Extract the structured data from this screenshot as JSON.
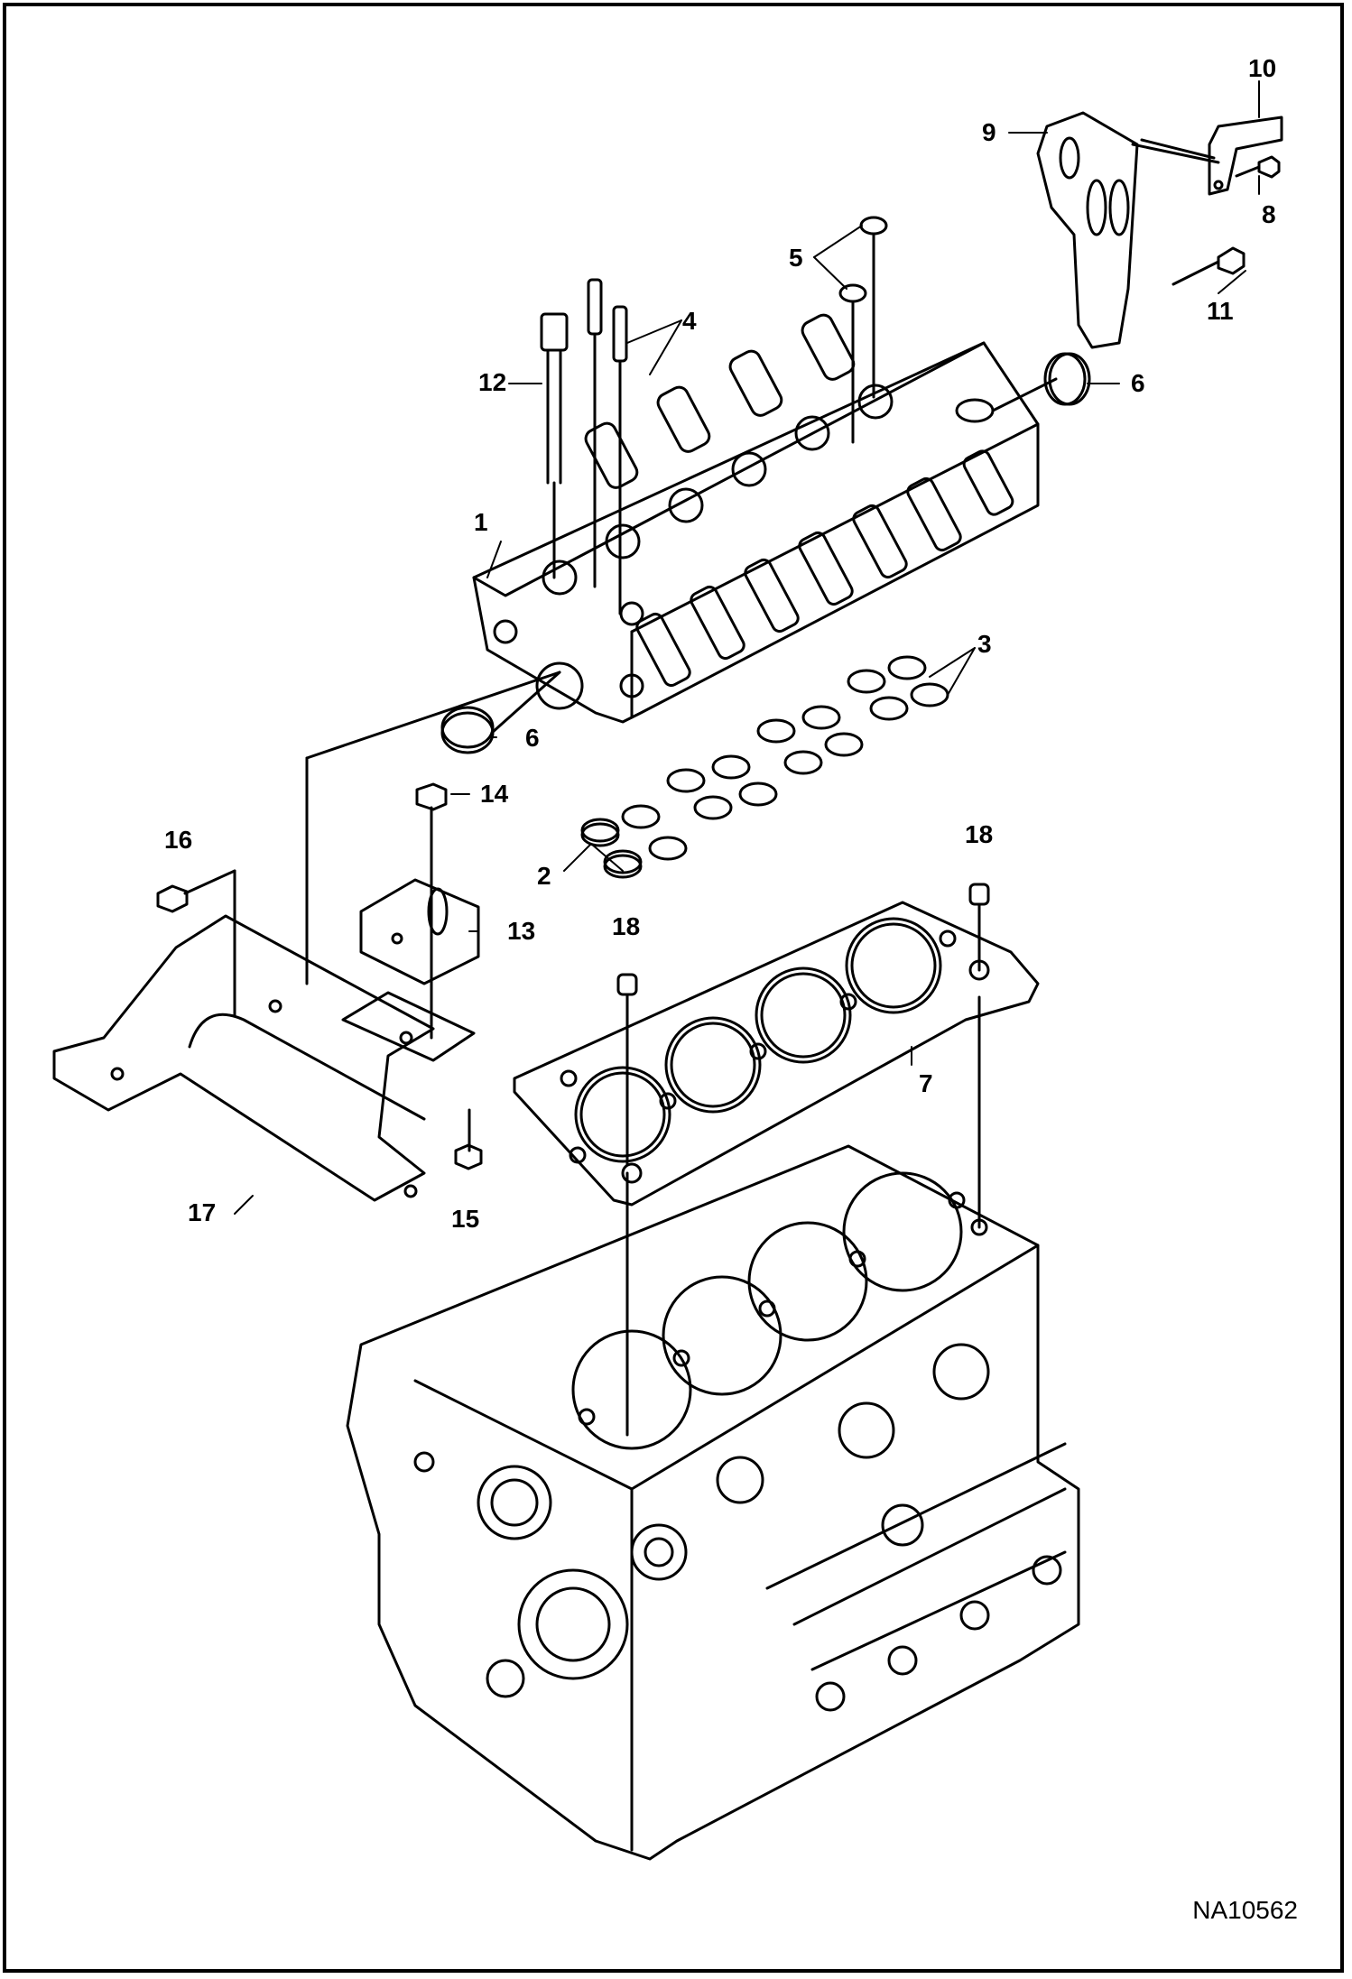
{
  "figure_id": "NA10562",
  "callouts": [
    "1",
    "2",
    "3",
    "4",
    "5",
    "6",
    "6",
    "7",
    "8",
    "9",
    "10",
    "11",
    "12",
    "13",
    "14",
    "15",
    "16",
    "17",
    "18",
    "18"
  ],
  "colors": {
    "line": "#000000",
    "background": "#ffffff"
  }
}
